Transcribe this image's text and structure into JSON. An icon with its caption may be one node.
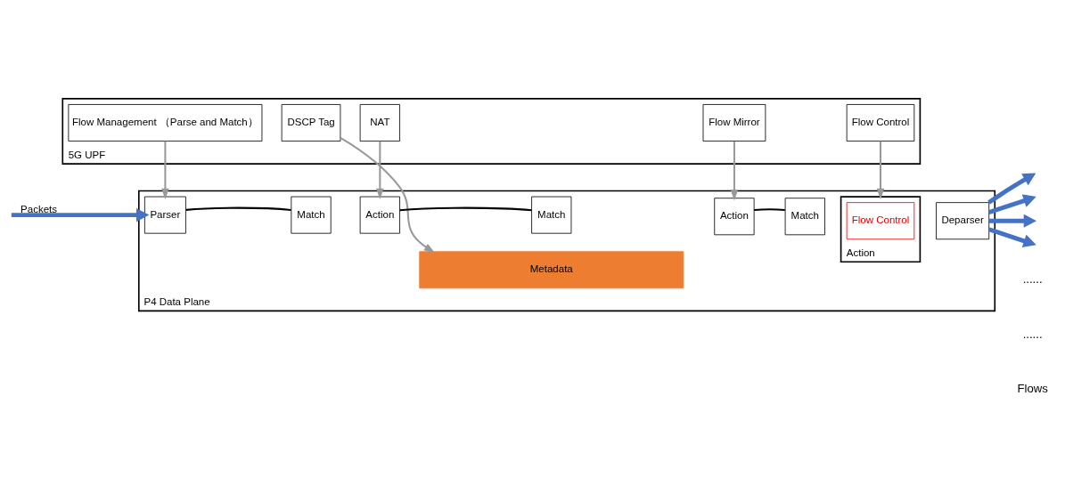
{
  "diagram": {
    "nodes": [
      {
        "text": [
          "5G UPF"
        ]
      },
      {
        "text": [
          "Flow Management （Parse and Match）"
        ],
        "in": 0
      },
      {
        "text": [
          "DSCP Tag"
        ],
        "in": 0
      },
      {
        "text": [
          "NAT"
        ],
        "in": 0
      },
      {
        "text": [
          "Flow Mirror"
        ],
        "in": 0
      },
      {
        "text": [
          "Flow Control"
        ],
        "in": 0
      },
      {
        "text": [
          "P4 Data Plane"
        ]
      },
      {
        "text": [
          "Parser"
        ],
        "in": 6
      },
      {
        "text": [
          "Match"
        ],
        "in": 6
      },
      {
        "text": [
          "Action"
        ],
        "in": 6
      },
      {
        "text": [
          "Match"
        ],
        "in": 6
      },
      {
        "text": [
          "Action"
        ],
        "in": 6
      },
      {
        "text": [
          "Match"
        ],
        "in": 6
      },
      {
        "text": [
          "Action"
        ],
        "in": 6
      },
      {
        "text": [
          "Flow Control"
        ],
        "in": 13
      },
      {
        "text": [
          "Deparser"
        ],
        "in": 6
      },
      {
        "text": [
          "Metadata"
        ],
        "in": 6
      }
    ],
    "edges": [
      {
        "from": 1,
        "to": 7,
        "arrow": "to"
      },
      {
        "from": 2,
        "to": 16,
        "arrow": "to"
      },
      {
        "from": 3,
        "to": 9,
        "arrow": "to"
      },
      {
        "from": 4,
        "to": 11,
        "arrow": "to"
      },
      {
        "from": 5,
        "to": 13,
        "arrow": "to"
      },
      {
        "from": null,
        "to": 7,
        "arrow": "to",
        "label": "Packets",
        "style": "thick",
        "color": "#4472c4"
      },
      {
        "from": 7,
        "to": 8,
        "arrow": "none",
        "color": "#000000"
      },
      {
        "from": 9,
        "to": 10,
        "arrow": "none",
        "color": "#000000"
      },
      {
        "from": 11,
        "to": 12,
        "arrow": "none",
        "color": "#000000"
      },
      {
        "from": 15,
        "to": null,
        "arrow": "to",
        "style": "thick",
        "color": "#4472c4"
      },
      {
        "from": 15,
        "to": null,
        "arrow": "to",
        "style": "thick",
        "color": "#4472c4"
      },
      {
        "from": 15,
        "to": null,
        "arrow": "to",
        "style": "thick",
        "color": "#4472c4"
      },
      {
        "from": 15,
        "to": null,
        "arrow": "to",
        "style": "thick",
        "color": "#4472c4"
      }
    ],
    "labels": [
      "......",
      "......",
      "Flows"
    ]
  }
}
